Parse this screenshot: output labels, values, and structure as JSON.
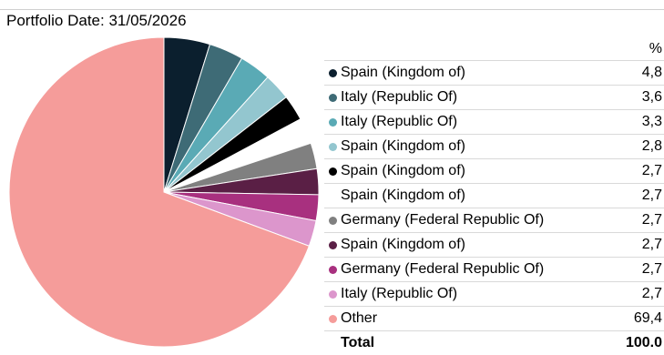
{
  "header": {
    "portfolio_date": "Portfolio Date: 31/05/2026"
  },
  "legend": {
    "unit_header": "%"
  },
  "chart_data": {
    "type": "pie",
    "title": "",
    "slices": [
      {
        "label": "Spain (Kingdom of)",
        "value": 4.8,
        "display": "4,8",
        "color": "#0b1f2e"
      },
      {
        "label": "Italy (Republic Of)",
        "value": 3.6,
        "display": "3,6",
        "color": "#3e6b76"
      },
      {
        "label": "Italy (Republic Of)",
        "value": 3.3,
        "display": "3,3",
        "color": "#5aaab5"
      },
      {
        "label": "Spain (Kingdom of)",
        "value": 2.8,
        "display": "2,8",
        "color": "#93c6cf"
      },
      {
        "label": "Spain (Kingdom of)",
        "value": 2.7,
        "display": "2,7",
        "color": "#000000"
      },
      {
        "label": "Spain (Kingdom of)",
        "value": 2.7,
        "display": "2,7",
        "color": "#ffffff"
      },
      {
        "label": "Germany (Federal Republic Of)",
        "value": 2.7,
        "display": "2,7",
        "color": "#808080"
      },
      {
        "label": "Spain (Kingdom of)",
        "value": 2.7,
        "display": "2,7",
        "color": "#5a1f45"
      },
      {
        "label": "Germany (Federal Republic Of)",
        "value": 2.7,
        "display": "2,7",
        "color": "#a8307f"
      },
      {
        "label": "Italy (Republic Of)",
        "value": 2.7,
        "display": "2,7",
        "color": "#dc96cc"
      },
      {
        "label": "Other",
        "value": 69.4,
        "display": "69,4",
        "color": "#f59c9a"
      }
    ],
    "total": {
      "label": "Total",
      "display": "100.0"
    },
    "start_angle": "12 o'clock",
    "direction": "clockwise"
  }
}
